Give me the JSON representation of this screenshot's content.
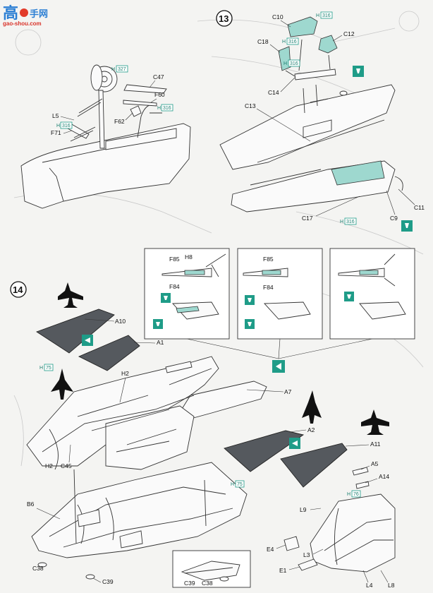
{
  "watermark": {
    "glyph": "高",
    "name": "手网",
    "url": "gao-shou.com"
  },
  "steps": {
    "s13": "13",
    "s14": "14"
  },
  "step13": {
    "parts": [
      "C10",
      "C12",
      "C18",
      "C14",
      "C13",
      "C17",
      "C9",
      "C11"
    ],
    "h_refs": [
      "316",
      "316",
      "316",
      "316"
    ]
  },
  "left_top": {
    "parts": [
      "C47",
      "F60",
      "L5",
      "F62",
      "F71"
    ],
    "h_refs": [
      "327",
      "316",
      "316"
    ]
  },
  "insets": [
    {
      "labels": [
        "F85",
        "H8",
        "F84"
      ]
    },
    {
      "labels": [
        "F85",
        "F84"
      ]
    },
    {
      "labels": []
    }
  ],
  "step14": {
    "parts": [
      "A10",
      "A1",
      "H2",
      "A7",
      "H2",
      "C45",
      "A2",
      "A11",
      "B6",
      "A5",
      "A14",
      "L9",
      "E4",
      "L3",
      "E1",
      "L4",
      "L8",
      "C38",
      "C39"
    ],
    "h_refs": [
      "75",
      "75",
      "76"
    ]
  },
  "detail_box": {
    "labels": [
      "C39",
      "C38"
    ]
  }
}
